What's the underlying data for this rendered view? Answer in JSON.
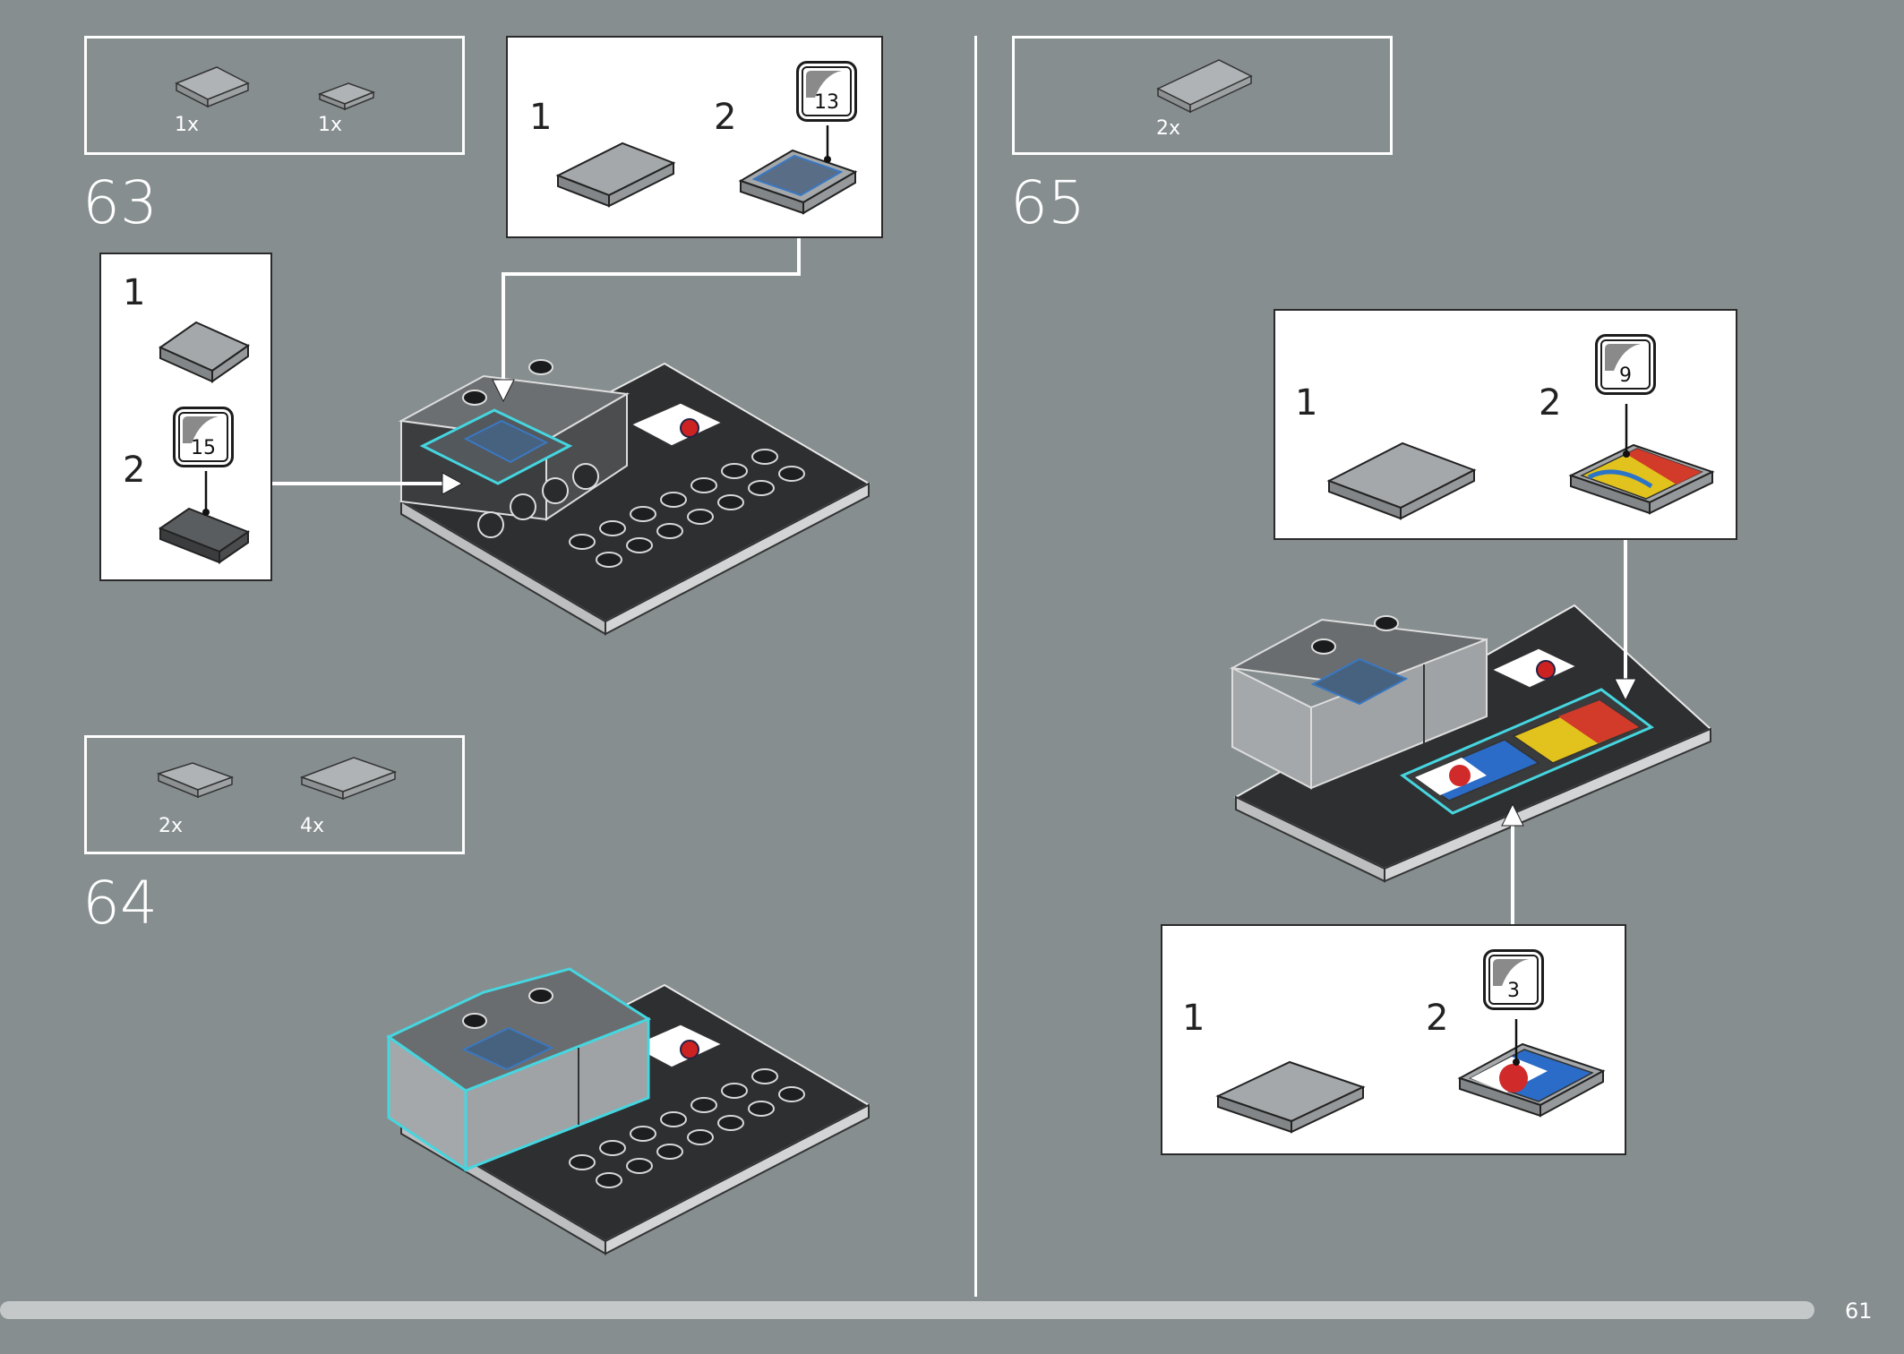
{
  "page_number": "61",
  "step63": {
    "number": "63",
    "parts": [
      {
        "qty": "1x"
      },
      {
        "qty": "1x"
      }
    ],
    "callout_a": {
      "sub1": "1",
      "sub2": "2",
      "sticker": "15"
    },
    "callout_b": {
      "sub1": "1",
      "sub2": "2",
      "sticker": "13"
    }
  },
  "step64": {
    "number": "64",
    "parts": [
      {
        "qty": "2x"
      },
      {
        "qty": "4x"
      }
    ]
  },
  "step65": {
    "number": "65",
    "parts": [
      {
        "qty": "2x"
      }
    ],
    "callout_a": {
      "sub1": "1",
      "sub2": "2",
      "sticker": "9"
    },
    "callout_b": {
      "sub1": "1",
      "sub2": "2",
      "sticker": "3"
    }
  },
  "colors": {
    "background": "#868e90",
    "highlight": "#45d6e0",
    "baseplate": "#2e2f31",
    "light_gray": "#a5a8aa"
  }
}
